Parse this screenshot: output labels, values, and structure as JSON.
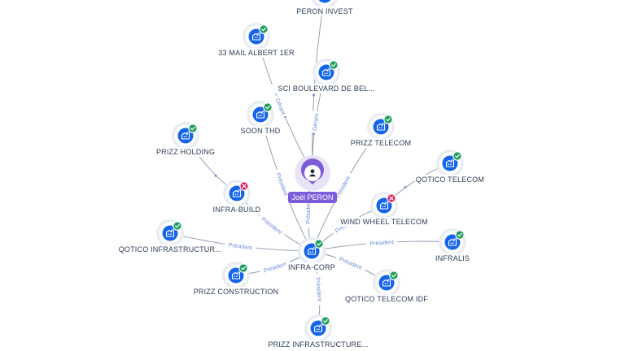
{
  "person": {
    "name": "Joël PERON",
    "icon": "person-icon",
    "accent": "#7c5cd9"
  },
  "colors": {
    "company_icon": "#1565e8",
    "status_active": "#1e9e5a",
    "status_closed": "#e0245e",
    "edge": "#8a96a8",
    "edge_label": "#6a8bd8"
  },
  "companies": [
    {
      "id": "peron-invest",
      "label": "PERON INVEST",
      "status": "active",
      "icon": "building-icon"
    },
    {
      "id": "33-mail-albert",
      "label": "33 MAIL ALBERT 1ER",
      "status": "active",
      "icon": "building-icon"
    },
    {
      "id": "sci-boulevard",
      "label": "SCI BOULEVARD DE BEL...",
      "status": "active",
      "icon": "building-icon"
    },
    {
      "id": "soon-thd",
      "label": "SOON THD",
      "status": "active",
      "icon": "building-icon"
    },
    {
      "id": "prizz-holding",
      "label": "PRIZZ HOLDING",
      "status": "active",
      "icon": "building-icon"
    },
    {
      "id": "prizz-telecom",
      "label": "PRIZZ TELECOM",
      "status": "active",
      "icon": "building-icon"
    },
    {
      "id": "qotico-telecom",
      "label": "QOTICO TELECOM",
      "status": "active",
      "icon": "building-icon"
    },
    {
      "id": "infra-build",
      "label": "INFRA-BUILD",
      "status": "closed",
      "icon": "building-icon"
    },
    {
      "id": "wind-wheel",
      "label": "WIND WHEEL TELECOM",
      "status": "closed",
      "icon": "building-icon"
    },
    {
      "id": "qotico-infra",
      "label": "QOTICO INFRASTRUCTUR...",
      "status": "active",
      "icon": "building-icon"
    },
    {
      "id": "infralis",
      "label": "INFRALIS",
      "status": "active",
      "icon": "building-icon"
    },
    {
      "id": "infra-corp",
      "label": "INFRA-CORP",
      "status": "active",
      "icon": "building-icon"
    },
    {
      "id": "prizz-construction",
      "label": "PRIZZ CONSTRUCTION",
      "status": "active",
      "icon": "building-icon"
    },
    {
      "id": "qotico-telecom-idf",
      "label": "QOTICO TELECOM IDF",
      "status": "active",
      "icon": "building-icon"
    },
    {
      "id": "prizz-infrastructure",
      "label": "PRIZZ INFRASTRUCTURE...",
      "status": "active",
      "icon": "building-icon"
    }
  ],
  "edges": [
    {
      "from": "peron-invest",
      "to": "person",
      "label": ""
    },
    {
      "from": "33-mail-albert",
      "to": "person",
      "label": "Gérant"
    },
    {
      "from": "sci-boulevard",
      "to": "person",
      "label": "Gérant"
    },
    {
      "from": "soon-thd",
      "to": "infra-corp",
      "label": "Président"
    },
    {
      "from": "prizz-holding",
      "to": "infra-build",
      "label": ""
    },
    {
      "from": "prizz-telecom",
      "to": "infra-corp",
      "label": "Président"
    },
    {
      "from": "qotico-telecom",
      "to": "wind-wheel",
      "label": ""
    },
    {
      "from": "infra-build",
      "to": "infra-corp",
      "label": "Président"
    },
    {
      "from": "wind-wheel",
      "to": "infra-corp",
      "label": "Président"
    },
    {
      "from": "person",
      "to": "infra-corp",
      "label": "Président"
    },
    {
      "from": "qotico-infra",
      "to": "infra-corp",
      "label": "Président"
    },
    {
      "from": "infralis",
      "to": "infra-corp",
      "label": "Président"
    },
    {
      "from": "prizz-construction",
      "to": "infra-corp",
      "label": "Président"
    },
    {
      "from": "qotico-telecom-idf",
      "to": "infra-corp",
      "label": "Président"
    },
    {
      "from": "prizz-infrastructure",
      "to": "infra-corp",
      "label": "Président"
    }
  ]
}
